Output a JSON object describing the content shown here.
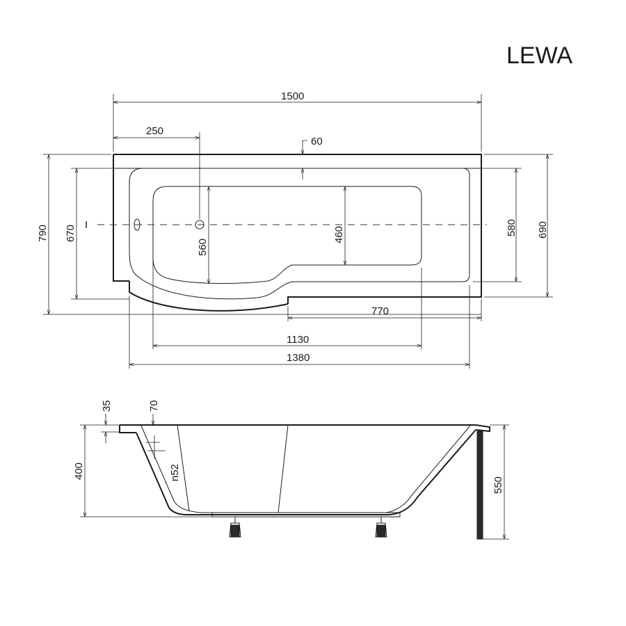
{
  "title": "LEWA",
  "top_view": {
    "overall_length": "1500",
    "drain_offset": "250",
    "rim_width": "60",
    "overall_width": "790",
    "inner_width_left": "670",
    "drain_basin_width": "560",
    "narrow_basin_width": "460",
    "inner_width_right": "580",
    "body_width_right": "690",
    "straight_section": "770",
    "basin_length": "1130",
    "inner_length": "1380",
    "axis_marker": "I"
  },
  "side_view": {
    "rim_height_small": "35",
    "rim_top": "70",
    "drain_label": "n52",
    "depth": "400",
    "total_height": "550"
  },
  "colors": {
    "line": "#1a1a1a",
    "background": "#ffffff"
  }
}
